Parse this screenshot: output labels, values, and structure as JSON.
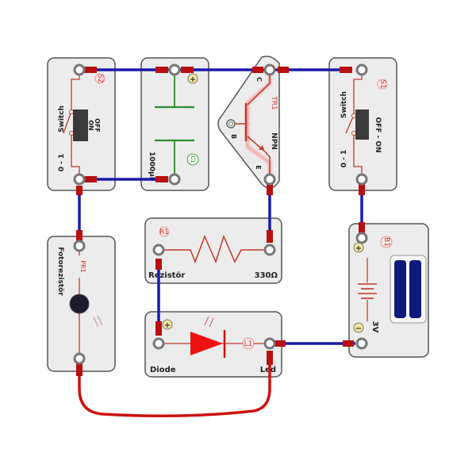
{
  "diagram": {
    "title": "",
    "colors": {
      "board_fill": "#ececec",
      "board_stroke": "#555555",
      "wire_blue": "#1a1aa8",
      "wire_red": "#cc1111",
      "connector_red": "#b80f0f",
      "trace_red": "#c0392b",
      "capacitor_green": "#2e8b2e",
      "led_red": "#ee1111",
      "polarity_yellow": "#f3e6a0",
      "battery_blue": "#0d1a7a"
    },
    "components": {
      "switch_s2": {
        "id": "S2",
        "name": "Switch",
        "range": "0 - 1",
        "state_labels": [
          "OFF",
          "ON"
        ]
      },
      "capacitor_c1": {
        "id": "C1",
        "value": "1000µF",
        "polarity": "+"
      },
      "transistor_tr1": {
        "id": "TR1",
        "type": "NPN",
        "pins": [
          "C",
          "B",
          "E"
        ]
      },
      "switch_s1": {
        "id": "S1",
        "name": "Switch",
        "range": "0 - 1",
        "state_label": "OFF - ON"
      },
      "photoresistor_pr1": {
        "id": "PR1",
        "name": "Fotorezistör"
      },
      "resistor_r1": {
        "id": "R1",
        "name": "Rezistör",
        "value": "330Ω"
      },
      "led_l1": {
        "id": "L1",
        "name_left": "Diode",
        "name_right": "Led",
        "polarity": "+"
      },
      "battery_b1": {
        "id": "B1",
        "voltage": "3V",
        "plus": "+",
        "minus": "−"
      }
    },
    "wires": [
      {
        "from": "S2.top",
        "to": "S1.top",
        "color": "blue",
        "via": [
          "C1.plus",
          "TR1.C"
        ]
      },
      {
        "from": "S2.bottom",
        "to": "C1.minus",
        "color": "blue"
      },
      {
        "from": "S2.bottom",
        "to": "PR1.top",
        "color": "blue"
      },
      {
        "from": "TR1.E",
        "to": "R1.right",
        "color": "blue"
      },
      {
        "from": "R1.left",
        "to": "L1.plus",
        "color": "blue"
      },
      {
        "from": "S1.bottom",
        "to": "B1.plus",
        "color": "blue"
      },
      {
        "from": "L1.right",
        "to": "B1.minus",
        "color": "blue"
      },
      {
        "from": "PR1.bottom",
        "to": "L1.right",
        "color": "red"
      }
    ]
  }
}
